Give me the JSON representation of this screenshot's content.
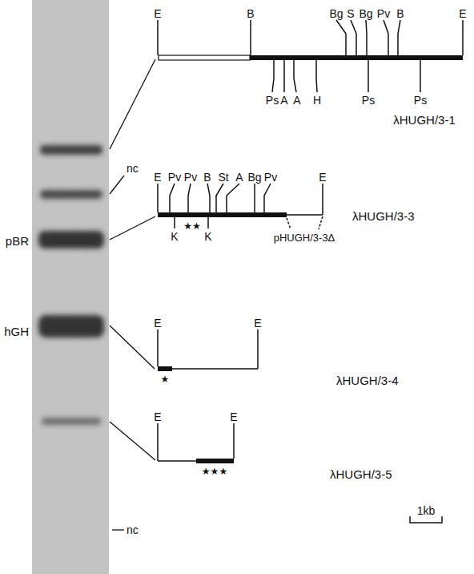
{
  "diagram": {
    "labels": [
      "pBR",
      "hGH",
      "nc",
      "nc",
      "E",
      "B",
      "Bg",
      "S",
      "Bg",
      "Pv",
      "B",
      "E",
      "Ps",
      "A",
      "A",
      "H",
      "Ps",
      "Ps",
      "λHUGH/3-1",
      "E",
      "Pv",
      "Pv",
      "B",
      "St",
      "A",
      "Bg",
      "Pv",
      "E",
      "K",
      "K",
      "★★",
      "pHUGH/3-3Δ",
      "λHUGH/3-3",
      "E",
      "E",
      "★",
      "λHUGH/3-4",
      "E",
      "E",
      "★★★",
      "λHUGH/3-5",
      "1kb"
    ]
  }
}
